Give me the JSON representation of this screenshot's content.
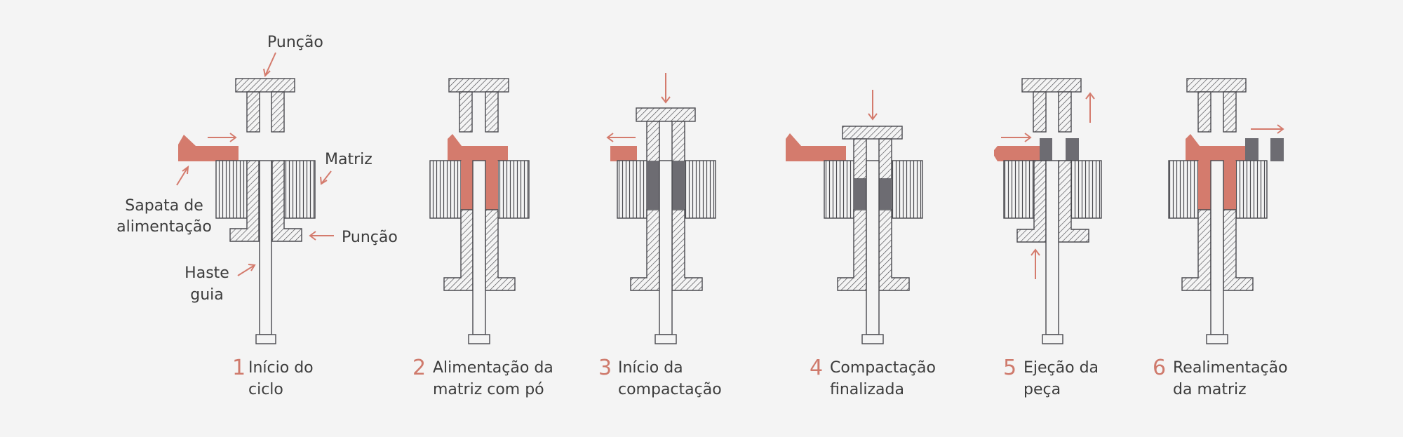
{
  "labels": {
    "punch_top": "Punção",
    "die": "Matriz",
    "feed_shoe_1": "Sapata de",
    "feed_shoe_2": "alimentação",
    "punch_bottom": "Punção",
    "guide_rod_1": "Haste",
    "guide_rod_2": "guia"
  },
  "steps": [
    {
      "number": "1",
      "line1": "Início do",
      "line2": "ciclo"
    },
    {
      "number": "2",
      "line1": "Alimentação da",
      "line2": "matriz com pó"
    },
    {
      "number": "3",
      "line1": "Início da",
      "line2": "compactação"
    },
    {
      "number": "4",
      "line1": "Compactação",
      "line2": "finalizada"
    },
    {
      "number": "5",
      "line1": "Ejeção da",
      "line2": "peça"
    },
    {
      "number": "6",
      "line1": "Realimentação",
      "line2": "da matriz"
    }
  ],
  "colors": {
    "accent": "#d47b6d",
    "part": "#6d6c72",
    "outline": "#4a4a4f",
    "background": "#f4f4f4"
  }
}
